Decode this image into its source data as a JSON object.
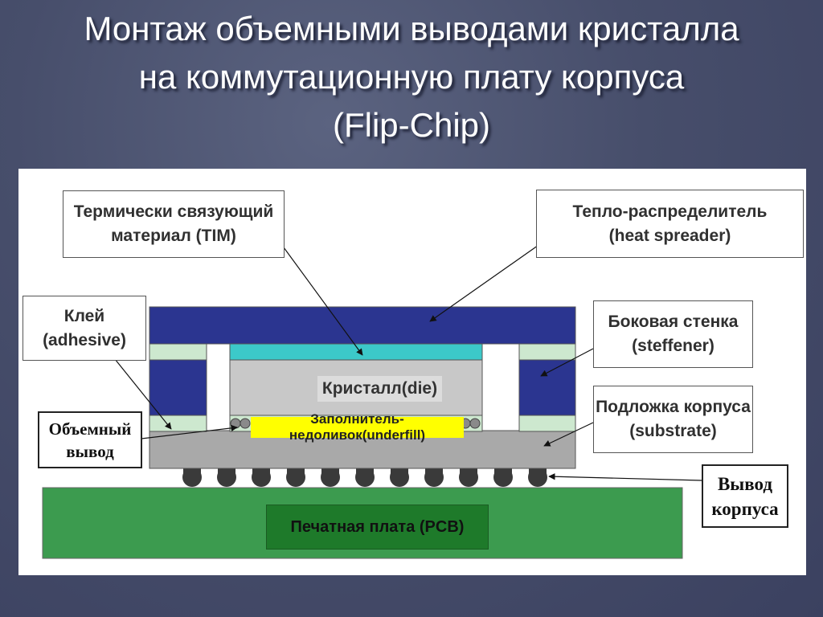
{
  "title": {
    "line1": "Монтаж объемными выводами кристалла",
    "line2": "на коммутационную плату корпуса",
    "line3": "(Flip-Chip)"
  },
  "labels": {
    "tim": {
      "line1": "Термически связующий",
      "line2": "материал (TIM)"
    },
    "heat_spreader": {
      "line1": "Тепло-распределитель",
      "line2": "(heat spreader)"
    },
    "adhesive": {
      "line1": "Клей",
      "line2": "(adhesive)"
    },
    "stiffener": {
      "line1": "Боковая стенка",
      "line2": "(steffener)"
    },
    "substrate": {
      "line1": "Подложка корпуса",
      "line2": "(substrate)"
    },
    "bump": {
      "line1": "Объемный",
      "line2": "вывод"
    },
    "package_pin": {
      "line1": "Вывод",
      "line2": "корпуса"
    },
    "die": "Кристалл(die)",
    "underfill": "Заполнитель-недоливок(underfill)",
    "pcb": "Печатная плата (PCB)"
  },
  "colors": {
    "heat_spreader": "#2b3590",
    "tim": "#3cc9c9",
    "adhesive": "#cde8cf",
    "die": "#c8c8c8",
    "substrate": "#a9a9a9",
    "underfill": "#ffff00",
    "pcb": "#3c9b4f",
    "pcb_label": "#1e7a2a",
    "balls": "#3a3a3a"
  }
}
